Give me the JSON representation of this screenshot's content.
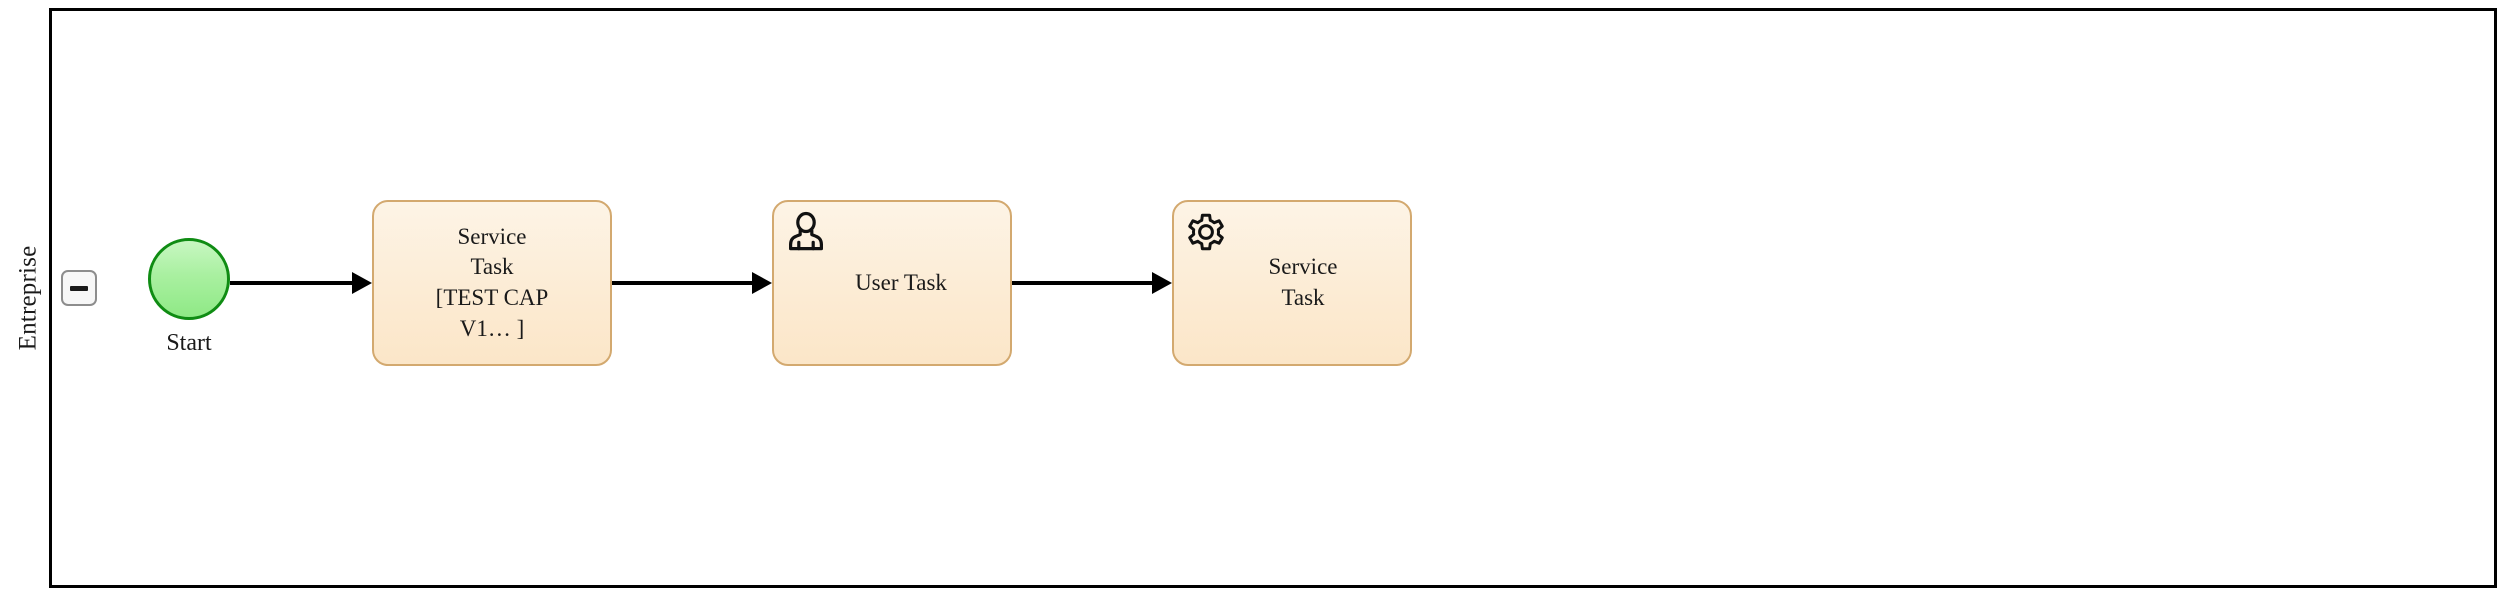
{
  "diagram": {
    "type": "bpmn-process",
    "pool": {
      "lane_label": "Entreprise",
      "collapse_button_glyph": "minus-icon",
      "border_color": "#000000",
      "background": "#ffffff"
    },
    "nodes": [
      {
        "id": "start",
        "kind": "start-event",
        "label": "Start",
        "icon": "none",
        "fill": "#a9f0a0",
        "stroke": "#0f8c13"
      },
      {
        "id": "service-task-1",
        "kind": "service-task",
        "label": "Service\nTask\n[TEST CAP\nV1… ]",
        "icon": "none",
        "fill": "#fcebd3",
        "stroke": "#d3a96f"
      },
      {
        "id": "user-task",
        "kind": "user-task",
        "label": "User Task",
        "icon": "user-icon",
        "fill": "#fcebd3",
        "stroke": "#d3a96f"
      },
      {
        "id": "service-task-2",
        "kind": "service-task",
        "label": "Service\nTask",
        "icon": "gear-icon",
        "fill": "#fcebd3",
        "stroke": "#d3a96f"
      }
    ],
    "flows": [
      {
        "id": "flow-1",
        "from": "start",
        "to": "service-task-1",
        "label": ""
      },
      {
        "id": "flow-2",
        "from": "service-task-1",
        "to": "user-task",
        "label": ""
      },
      {
        "id": "flow-3",
        "from": "user-task",
        "to": "service-task-2",
        "label": ""
      }
    ]
  }
}
